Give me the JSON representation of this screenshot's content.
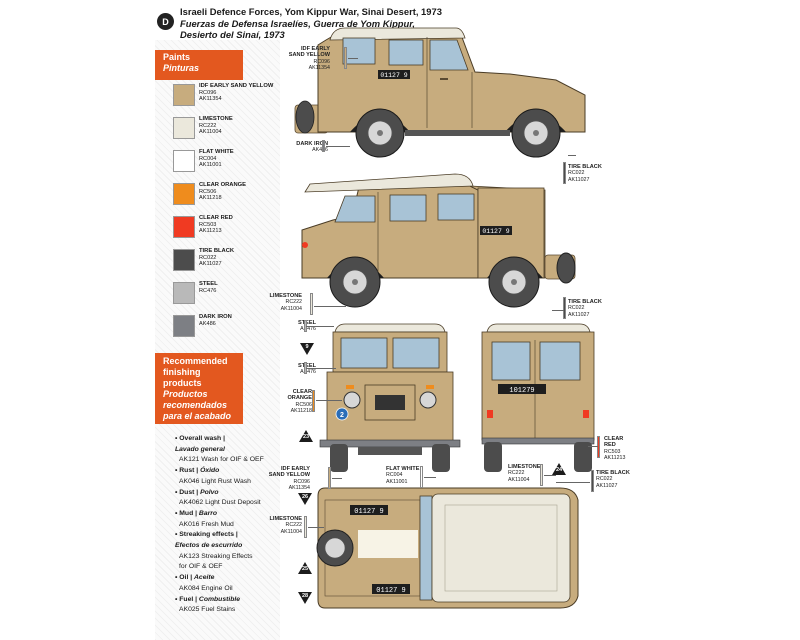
{
  "header": {
    "badge": "D",
    "line1": "Israeli Defence Forces, Yom Kippur War, Sinai Desert, 1973",
    "line2": "Fuerzas de Defensa Israelíes, Guerra de Yom Kippur,",
    "line3": "Desierto del Sinaí, 1973"
  },
  "sidebar": {
    "paints_title": "Paints",
    "paints_title_es": "Pinturas",
    "paints": [
      {
        "name": "IDF EARLY SAND YELLOW",
        "code1": "RC096",
        "code2": "AK11354",
        "color": "#c7ac7e"
      },
      {
        "name": "LIMESTONE",
        "code1": "RC222",
        "code2": "AK11004",
        "color": "#ebe8dc"
      },
      {
        "name": "FLAT WHITE",
        "code1": "RC004",
        "code2": "AK11001",
        "color": "#ffffff"
      },
      {
        "name": "CLEAR ORANGE",
        "code1": "RC506",
        "code2": "AK11218",
        "color": "#ef8c1d"
      },
      {
        "name": "CLEAR RED",
        "code1": "RC503",
        "code2": "AK11213",
        "color": "#f03a22"
      },
      {
        "name": "TIRE BLACK",
        "code1": "RC022",
        "code2": "AK11027",
        "color": "#4c4c4c"
      },
      {
        "name": "STEEL",
        "code1": "RC476",
        "code2": "",
        "color": "#b9b9b9"
      },
      {
        "name": "DARK IRON",
        "code1": "AK486",
        "code2": "",
        "color": "#7d7f84"
      }
    ],
    "finish_title": [
      "Recommended",
      "finishing",
      "products"
    ],
    "finish_title_es": [
      "Productos",
      "recomendados",
      "para el acabado"
    ],
    "finish_items": [
      {
        "h": "• Overall wash |",
        "es": "Lavado general",
        "p": [
          "AK121 Wash for OIF & OEF"
        ]
      },
      {
        "h": "• Rust | ",
        "es": "Óxido",
        "p": [
          "AK046 Light Rust Wash"
        ]
      },
      {
        "h": "• Dust | ",
        "es": "Polvo",
        "p": [
          "AK4062 Light Dust Deposit"
        ]
      },
      {
        "h": "• Mud | ",
        "es": "Barro",
        "p": [
          "AK016 Fresh Mud"
        ]
      },
      {
        "h": "• Streaking effects |",
        "es": "Efectos de escurrido",
        "p": [
          "AK123 Streaking Effects",
          "for OIF & OEF"
        ]
      },
      {
        "h": "• Oil | ",
        "es": "Aceite",
        "p": [
          "AK084 Engine Oil"
        ]
      },
      {
        "h": "• Fuel | ",
        "es": "Combustible",
        "p": [
          "AK025 Fuel Stains"
        ]
      }
    ]
  },
  "plates": {
    "side_left": "01127 9",
    "side_right": "01127 9",
    "rear": "101279",
    "top_left": "01127 9",
    "top_right": "01127 9"
  },
  "front_badge": "2",
  "callouts": {
    "c1": {
      "name1": "IDF EARLY",
      "name2": "SAND YELLOW",
      "c1": "RC096",
      "c2": "AK11354"
    },
    "c2": {
      "name1": "DARK IRON",
      "c1": "AK486"
    },
    "c3": {
      "name1": "TIRE BLACK",
      "c1": "RC022",
      "c2": "AK11027"
    },
    "c4": {
      "name1": "LIMESTONE",
      "c1": "RC222",
      "c2": "AK11004"
    },
    "c5": {
      "name1": "STEEL",
      "c1": "AK476"
    },
    "c6": {
      "name1": "TIRE BLACK",
      "c1": "RC022",
      "c2": "AK11027"
    },
    "c7": {
      "name1": "STEEL",
      "c1": "AK476"
    },
    "c8": {
      "name1": "CLEAR",
      "name2": "ORANGE",
      "c1": "RC506",
      "c2": "AK11218"
    },
    "c9": {
      "name1": "CLEAR",
      "name2": "RED",
      "c1": "RC503",
      "c2": "AK11213"
    },
    "c10": {
      "name1": "IDF EARLY",
      "name2": "SAND YELLOW",
      "c1": "RC096",
      "c2": "AK11354"
    },
    "c11": {
      "name1": "FLAT WHITE",
      "c1": "RC004",
      "c2": "AK11001"
    },
    "c12": {
      "name1": "LIMESTONE",
      "c1": "RC222",
      "c2": "AK11004"
    },
    "c13": {
      "name1": "TIRE BLACK",
      "c1": "RC022",
      "c2": "AK11027"
    },
    "c14": {
      "name1": "LIMESTONE",
      "c1": "RC222",
      "c2": "AK11004"
    }
  },
  "markers": {
    "m1": "9",
    "m2": "23",
    "m3": "24",
    "m4": "26",
    "m5": "25",
    "m6": "28"
  }
}
